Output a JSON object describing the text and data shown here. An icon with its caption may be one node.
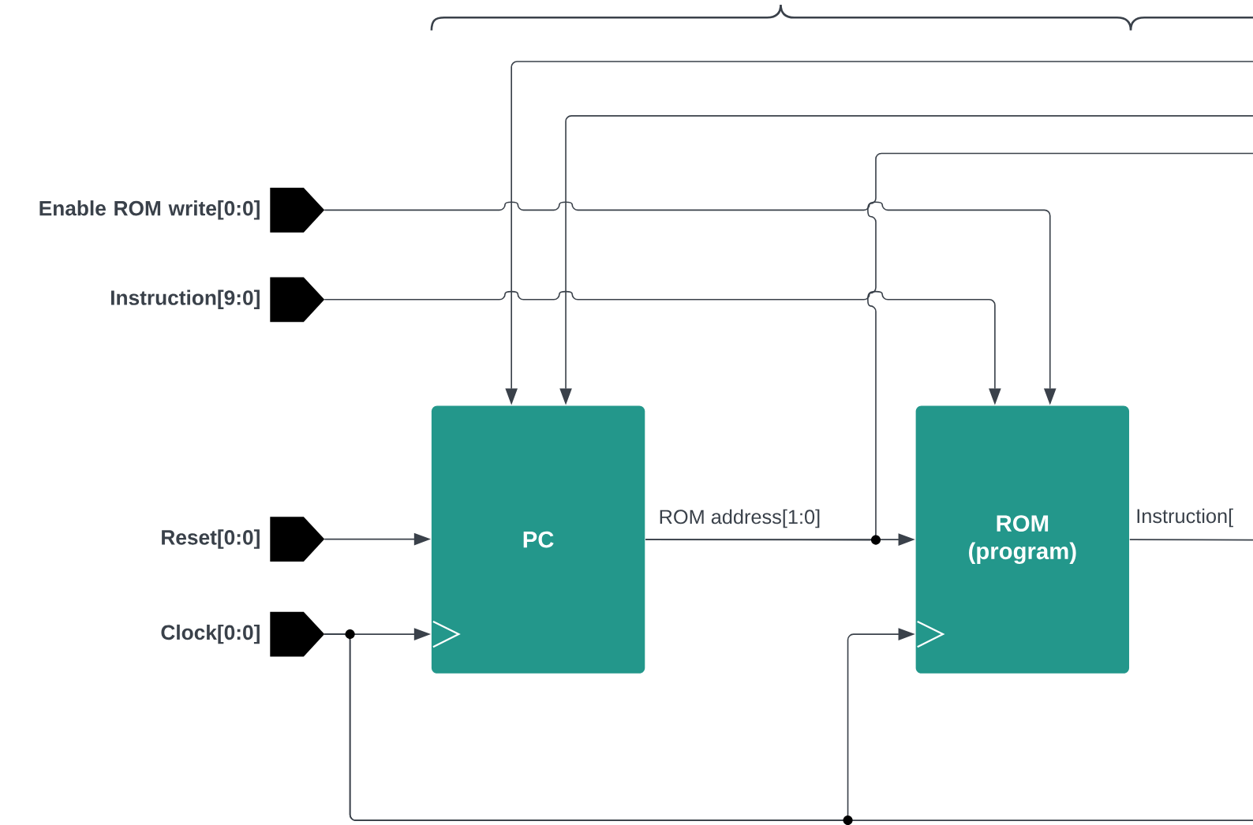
{
  "diagram": {
    "nodes": [
      {
        "text": [
          "Enable ROM write[0:0]"
        ]
      },
      {
        "text": [
          "Instruction[9:0]"
        ]
      },
      {
        "text": [
          "Reset[0:0]"
        ]
      },
      {
        "text": [
          "Clock[0:0]"
        ]
      },
      {
        "text": [
          "PC"
        ]
      },
      {
        "text": [
          "ROM (program)"
        ]
      }
    ],
    "edges": [
      {
        "from": 0,
        "to": 5,
        "arrow": "to"
      },
      {
        "from": 1,
        "to": 5,
        "arrow": "to"
      },
      {
        "from": 2,
        "to": 4,
        "arrow": "to"
      },
      {
        "from": 3,
        "to": 4,
        "arrow": "to"
      },
      {
        "from": 3,
        "to": 5,
        "arrow": "to"
      },
      {
        "from": 3,
        "to": null,
        "arrow": "none"
      },
      {
        "from": 4,
        "to": 5,
        "arrow": "to",
        "label": "ROM address[1:0]"
      },
      {
        "from": 4,
        "to": null,
        "arrow": "none"
      },
      {
        "from": null,
        "to": 4,
        "arrow": "to"
      },
      {
        "from": null,
        "to": 4,
        "arrow": "to"
      },
      {
        "from": 5,
        "to": null,
        "arrow": "none",
        "label": "Instruction["
      }
    ]
  }
}
